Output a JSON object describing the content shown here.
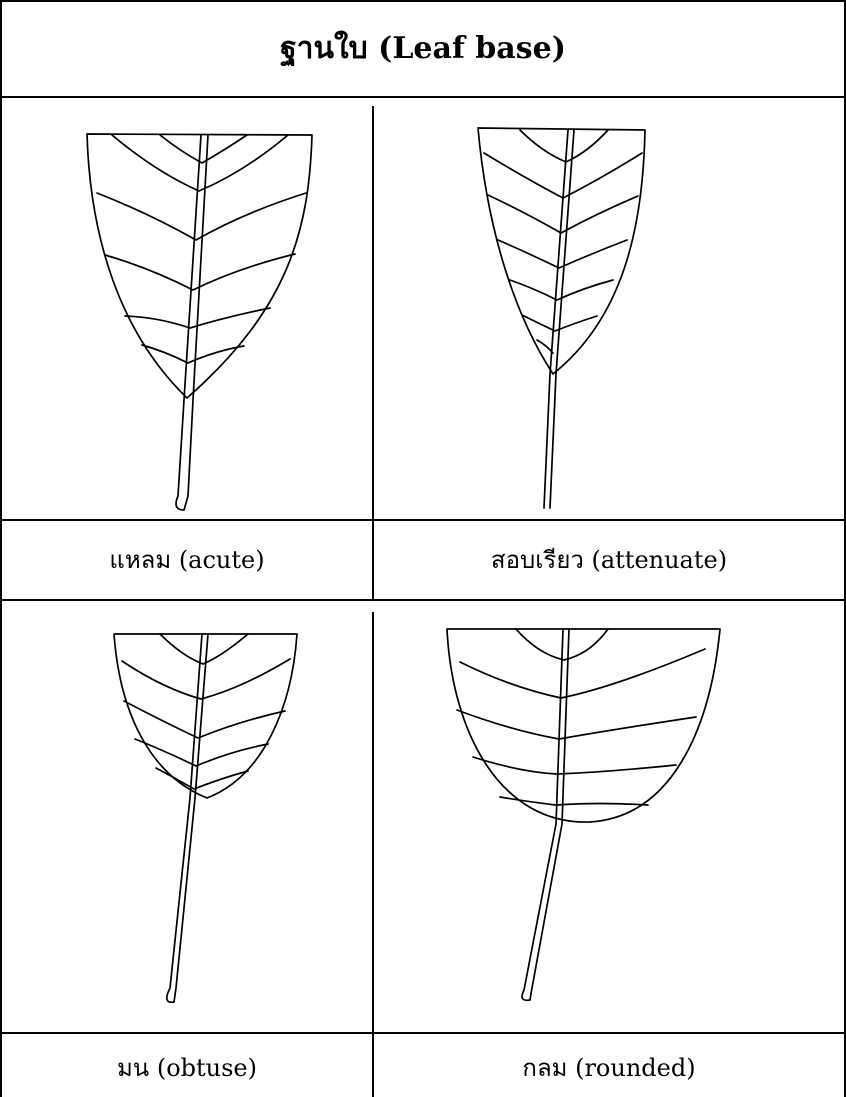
{
  "title": "ฐานใบ (Leaf base)",
  "cells": [
    {
      "label": "แหลม (acute)",
      "icon": "acute-leaf-base-icon"
    },
    {
      "label": "สอบเรียว (attenuate)",
      "icon": "attenuate-leaf-base-icon"
    },
    {
      "label": "มน (obtuse)",
      "icon": "obtuse-leaf-base-icon"
    },
    {
      "label": "กลม (rounded)",
      "icon": "rounded-leaf-base-icon"
    }
  ]
}
